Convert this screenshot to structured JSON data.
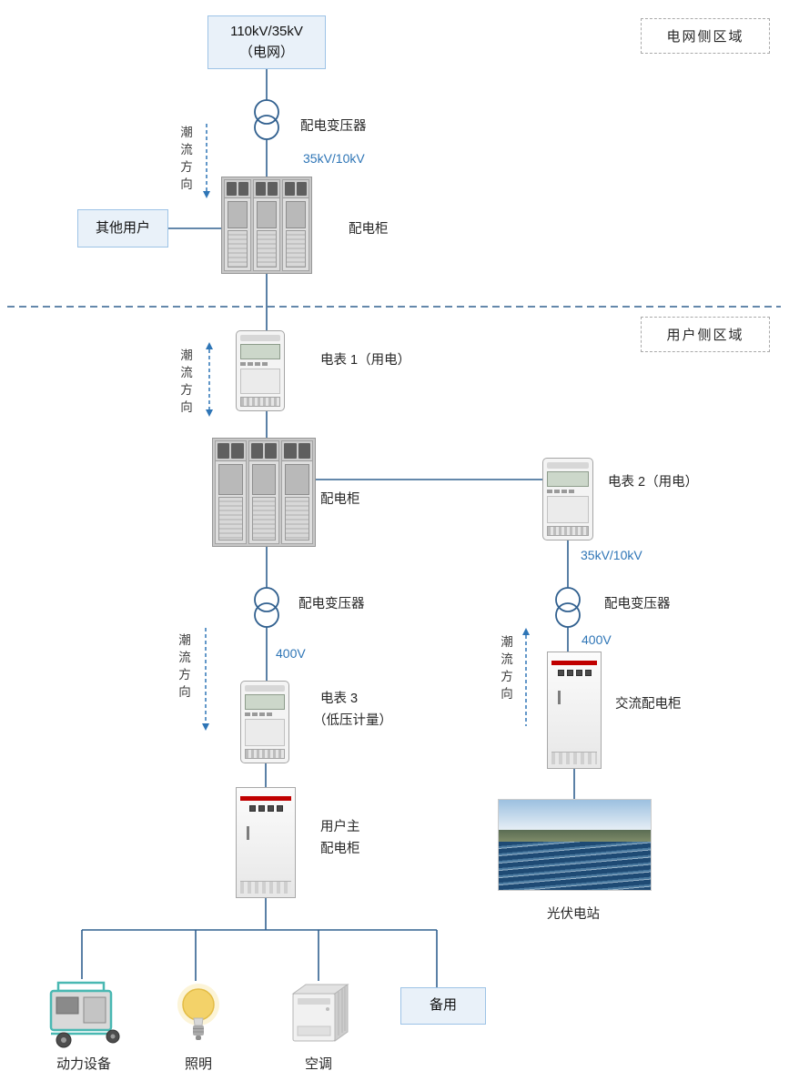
{
  "grid_region": {
    "label": "电网侧区域",
    "source_line1": "110kV/35kV",
    "source_line2": "（电网）",
    "transformer_label": "配电变压器",
    "voltage_label": "35kV/10kV",
    "cabinet_label": "配电柜",
    "other_users_label": "其他用户",
    "flow_label": "潮流方向"
  },
  "user_region": {
    "label": "用户侧区域",
    "meter1_label": "电表 1（用电）",
    "flow_top_label": "潮流方向",
    "cabinet_label": "配电柜",
    "right_branch": {
      "meter2_label": "电表 2（用电）",
      "voltage_high": "35kV/10kV",
      "transformer_label": "配电变压器",
      "voltage_low": "400V",
      "flow_label": "潮流方向",
      "ac_cabinet_label": "交流配电柜",
      "pv_label": "光伏电站"
    },
    "left_branch": {
      "transformer_label": "配电变压器",
      "voltage_low": "400V",
      "flow_label": "潮流方向",
      "meter3_line1": "电表 3",
      "meter3_line2": "（低压计量）",
      "main_cabinet_line1": "用户主",
      "main_cabinet_line2": "配电柜"
    },
    "loads": {
      "power": "动力设备",
      "lighting": "照明",
      "air_conditioner": "空调",
      "spare": "备用"
    }
  },
  "colors": {
    "wire": "#31608f",
    "flow_arrow": "#2e75b6",
    "voltage_text": "#2e75b6",
    "node_fill": "#e9f1f9",
    "node_border": "#9dc3e6"
  }
}
